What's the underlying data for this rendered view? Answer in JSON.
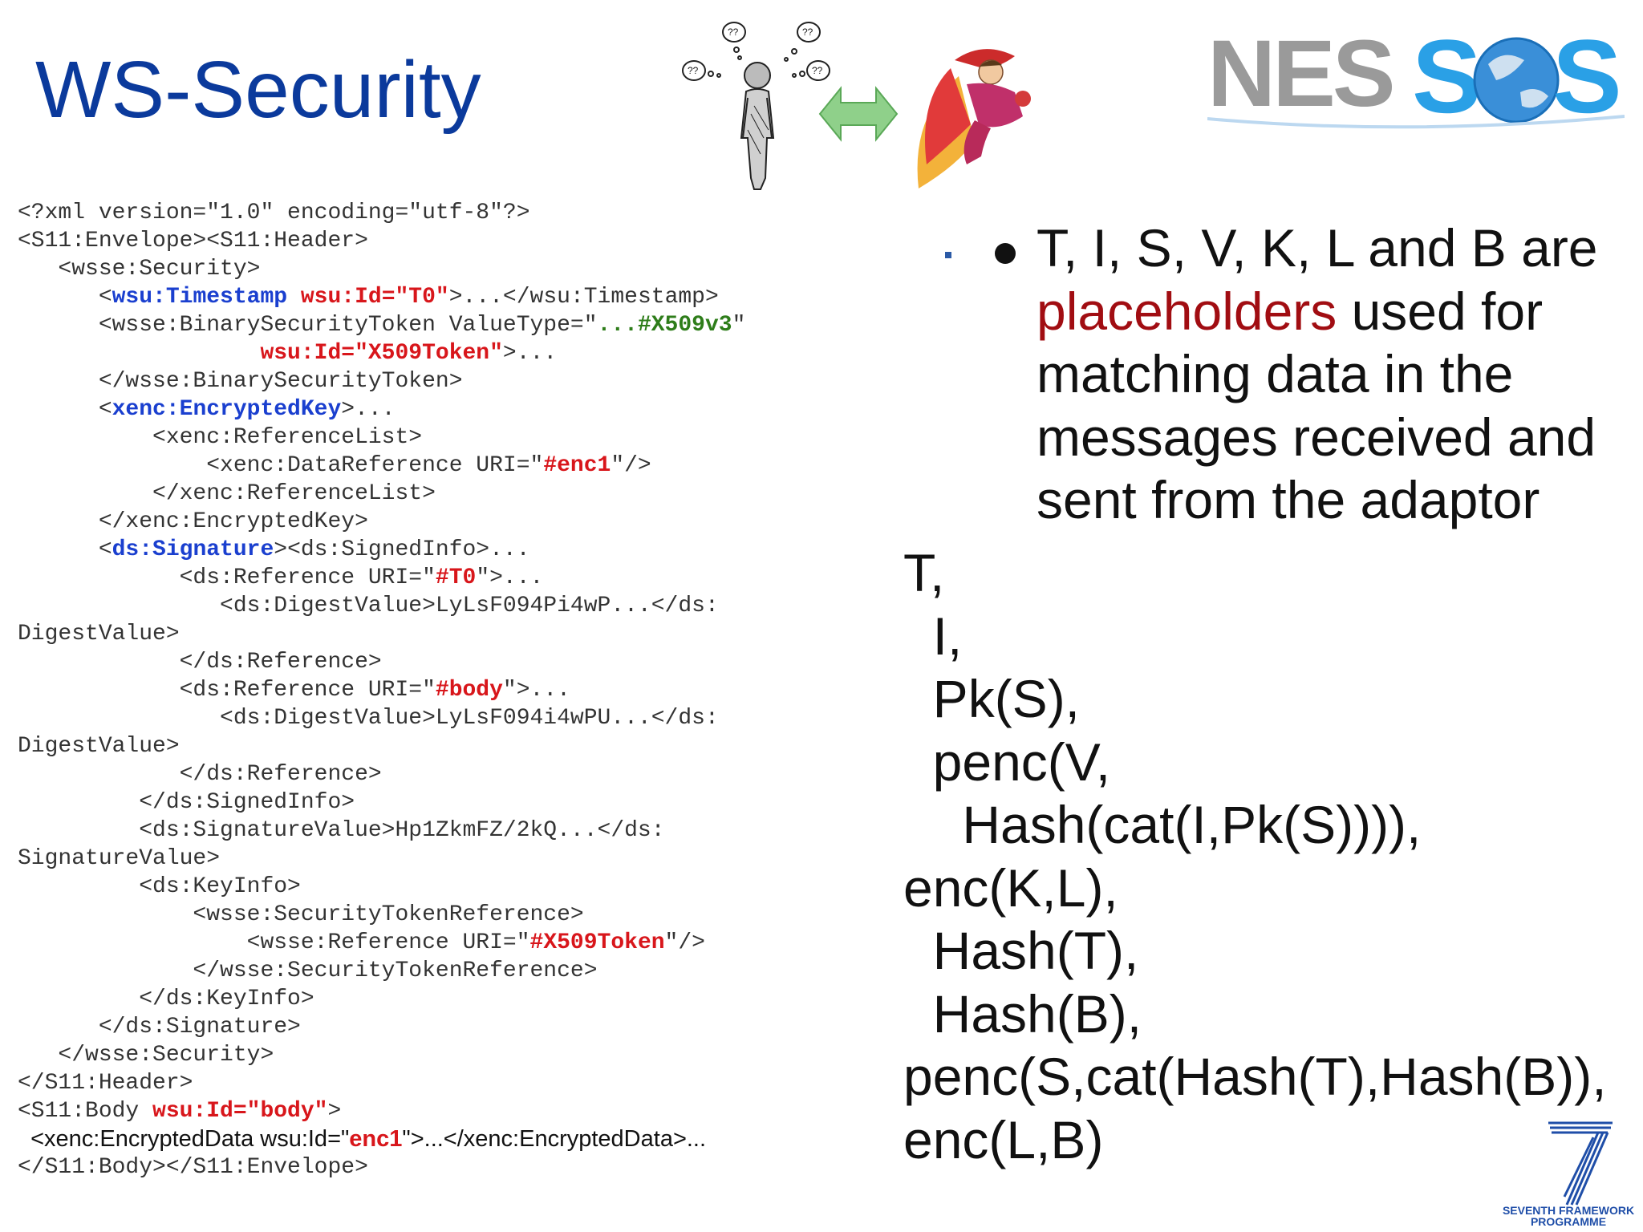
{
  "slide": {
    "title": "WS-Security"
  },
  "code_lines": [
    [
      {
        "t": "<?xml version=\"1.0\" encoding=\"utf-8\"?>"
      }
    ],
    [
      {
        "t": "<S11:Envelope><S11:Header>"
      }
    ],
    [
      {
        "t": "   <wsse:Security>"
      }
    ],
    [
      {
        "t": "      <"
      },
      {
        "t": "wsu:Timestamp",
        "c": "blue"
      },
      {
        "t": " "
      },
      {
        "t": "wsu:Id=\"T0\"",
        "c": "red"
      },
      {
        "t": ">...</wsu:Timestamp>"
      }
    ],
    [
      {
        "t": "      <wsse:BinarySecurityToken ValueType=\""
      },
      {
        "t": "...#X509v3",
        "c": "green"
      },
      {
        "t": "\""
      }
    ],
    [
      {
        "t": "                  "
      },
      {
        "t": "wsu:Id=\"X509Token\"",
        "c": "red"
      },
      {
        "t": ">..."
      }
    ],
    [
      {
        "t": "      </wsse:BinarySecurityToken>"
      }
    ],
    [
      {
        "t": "      <"
      },
      {
        "t": "xenc:EncryptedKey",
        "c": "blue"
      },
      {
        "t": ">..."
      }
    ],
    [
      {
        "t": "          <xenc:ReferenceList>"
      }
    ],
    [
      {
        "t": "              <xenc:DataReference URI=\""
      },
      {
        "t": "#enc1",
        "c": "red"
      },
      {
        "t": "\"/>"
      }
    ],
    [
      {
        "t": "          </xenc:ReferenceList>"
      }
    ],
    [
      {
        "t": "      </xenc:EncryptedKey>"
      }
    ],
    [
      {
        "t": "      <"
      },
      {
        "t": "ds:Signature",
        "c": "blue"
      },
      {
        "t": "><ds:SignedInfo>..."
      }
    ],
    [
      {
        "t": "            <ds:Reference URI=\""
      },
      {
        "t": "#T0",
        "c": "red"
      },
      {
        "t": "\">..."
      }
    ],
    [
      {
        "t": "               <ds:DigestValue>LyLsF094Pi4wP...</ds:"
      }
    ],
    [
      {
        "t": "DigestValue>"
      }
    ],
    [
      {
        "t": "            </ds:Reference>"
      }
    ],
    [
      {
        "t": "            <ds:Reference URI=\""
      },
      {
        "t": "#body",
        "c": "red"
      },
      {
        "t": "\">..."
      }
    ],
    [
      {
        "t": "               <ds:DigestValue>LyLsF094i4wPU...</ds:"
      }
    ],
    [
      {
        "t": "DigestValue>"
      }
    ],
    [
      {
        "t": "            </ds:Reference>"
      }
    ],
    [
      {
        "t": "         </ds:SignedInfo>"
      }
    ],
    [
      {
        "t": "         <ds:SignatureValue>Hp1ZkmFZ/2kQ...</ds:"
      }
    ],
    [
      {
        "t": "SignatureValue>"
      }
    ],
    [
      {
        "t": "         <ds:KeyInfo>"
      }
    ],
    [
      {
        "t": "             <wsse:SecurityTokenReference>"
      }
    ],
    [
      {
        "t": "                 <wsse:Reference URI=\""
      },
      {
        "t": "#X509Token",
        "c": "red"
      },
      {
        "t": "\"/>"
      }
    ],
    [
      {
        "t": "             </wsse:SecurityTokenReference>"
      }
    ],
    [
      {
        "t": "         </ds:KeyInfo>"
      }
    ],
    [
      {
        "t": "      </ds:Signature>"
      }
    ],
    [
      {
        "t": "   </wsse:Security>"
      }
    ],
    [
      {
        "t": "</S11:Header>"
      }
    ],
    [
      {
        "t": "<S11:Body "
      },
      {
        "t": "wsu:Id=\"body\"",
        "c": "red"
      },
      {
        "t": ">"
      }
    ],
    [
      {
        "t": "  <xenc:EncryptedData wsu:Id=\"",
        "c": "sans"
      },
      {
        "t": "enc1",
        "c": "sans-red"
      },
      {
        "t": "\">...</xenc:EncryptedData>...",
        "c": "sans"
      }
    ],
    [
      {
        "t": "</S11:Body></S11:Envelope>"
      }
    ]
  ],
  "bullet": {
    "part1": "T, I, S, V, K, L and B are ",
    "highlight": "placeholders",
    "part2": " used for matching data in the messages received and sent from the adaptor"
  },
  "formula_lines": [
    "T,",
    "  I,",
    "  Pk(S),",
    "  penc(V,",
    "    Hash(cat(I,Pk(S)))),",
    "enc(K,L),",
    "  Hash(T),",
    "  Hash(B),",
    "penc(S,cat(Hash(T),Hash(B)),",
    "enc(L,B)"
  ],
  "logos": {
    "nessos_left": "NES",
    "nessos_right": "S",
    "fp7_line1": "SEVENTH FRAMEWORK",
    "fp7_line2": "PROGRAMME"
  },
  "colors": {
    "title": "#0b3a9c",
    "code_blue": "#1a3fcf",
    "code_red": "#d8161b",
    "code_green": "#2e7d1a",
    "highlight": "#a10d12",
    "logo_gray": "#9a9a9a",
    "logo_blue": "#2aa0e6"
  }
}
